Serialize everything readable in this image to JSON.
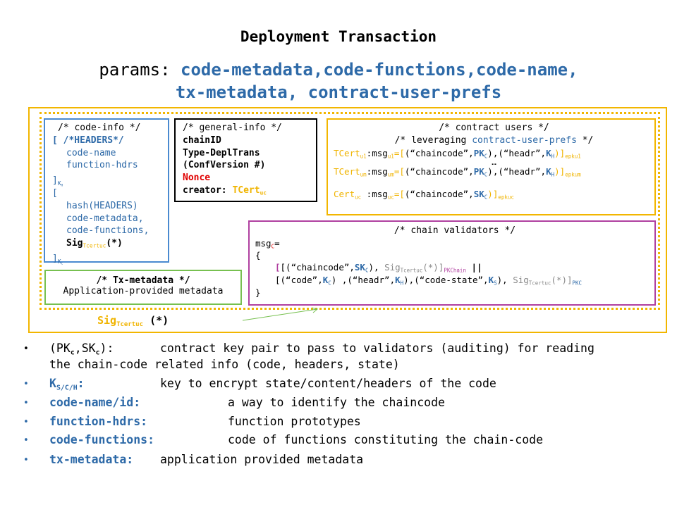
{
  "title": "Deployment Transaction",
  "params": {
    "label": "params:",
    "list": "code-metadata,code-functions,code-name,",
    "list2": "tx-metadata, contract-user-prefs"
  },
  "code_info": {
    "comment": "/* code-info */",
    "bracket_open": "[",
    "headers_comment": "/*HEADERS*/",
    "code_name": "code-name",
    "function_hdrs": "function-hdrs",
    "close": "]",
    "key_h": "KH",
    "bracket_open2": "[",
    "hash": "hash(HEADERS)",
    "code_metadata": "code-metadata,",
    "code_functions": "code-functions,",
    "sig": "Sig",
    "sig_sub": "Tcertuc",
    "sig_arg": "(*)",
    "close2": "]",
    "key_c": "KC"
  },
  "general_info": {
    "comment": "/* general-info */",
    "chain_id": "chainID",
    "type": "Type-DeplTrans",
    "conf_version": "(ConfVersion #)",
    "nonce": "Nonce",
    "creator_label": "creator:",
    "creator_value": "TCert",
    "creator_sub": "uc"
  },
  "contract_users": {
    "comment": "/* contract users */",
    "comment2_a": "/* leveraging",
    "comment2_b": "contract-user-prefs",
    "comment2_c": "*/",
    "row1": {
      "tcert": "TCert",
      "tcert_sub": "u1",
      "msg": ":msg",
      "msg_sub": "u1",
      "eq": "=[",
      "p1": "(“chaincode”,",
      "pk": "PK",
      "pk_sub": "C",
      "p2": "),(“headr”,",
      "k": "K",
      "k_sub": "H",
      "p3": ")]",
      "enc": "epku1"
    },
    "ellipsis": "…",
    "row2": {
      "tcert": "TCert",
      "tcert_sub": "um",
      "msg": ":msg",
      "msg_sub": "um",
      "eq": "=[",
      "p1": "(“chaincode”,",
      "pk": "PK",
      "pk_sub": "C",
      "p2": "),(“headr”,",
      "k": "K",
      "k_sub": "H",
      "p3": ")]",
      "enc": "epkum"
    },
    "row3": {
      "cert": "Cert",
      "cert_sub": "uc",
      "msg": ":msg",
      "msg_sub": "uc",
      "eq": "=[",
      "p1": "(“chaincode”,",
      "sk": "SK",
      "sk_sub": "C",
      "p2": ")]",
      "enc": "epkuc"
    }
  },
  "chain_validators": {
    "comment": "/* chain validators */",
    "msg": "msg",
    "msg_sub": "C",
    "msg_eq": "=",
    "brace_open": "{",
    "line1": {
      "a": "[(“chaincode”,",
      "sk": "SK",
      "sk_sub": "C",
      "b": "),",
      "sig": "Sig",
      "sig_sub": "Tcertuc",
      "sig_arg": "(*)]",
      "enc": "PKChain",
      "or": "||"
    },
    "line2": {
      "a": "[(“code”,",
      "kc": "K",
      "kc_sub": "C",
      "b": ") ,(“headr”,",
      "kh": "K",
      "kh_sub": "H",
      "c": "),(“code-state”,",
      "ks": "K",
      "ks_sub": "S",
      "d": "),",
      "sig": "Sig",
      "sig_sub": "Tcertuc",
      "sig_arg": "(*)]",
      "enc": "PKC"
    },
    "brace_close": "}"
  },
  "tx_metadata": {
    "comment": "/* Tx-metadata */",
    "desc": "Application-provided metadata"
  },
  "signature": {
    "sig": "Sig",
    "sub": "Tcertuc",
    "arg": "(*)"
  },
  "bullets": [
    {
      "term_a": "(PK",
      "term_a_sub": "c",
      "term_b": ",SK",
      "term_b_sub": "c",
      "term_c": "):",
      "desc": "contract key pair to pass to validators (auditing) for reading",
      "desc2": "the chain-code related info (code, headers, state)"
    },
    {
      "term": "K",
      "term_sub": "S/C/H",
      "term_end": ":",
      "desc": "key to encrypt state/content/headers of the code"
    },
    {
      "term": "code-name/id:",
      "desc": "a way to identify the chaincode"
    },
    {
      "term": "function-hdrs:",
      "desc": "function prototypes"
    },
    {
      "term": "code-functions:",
      "desc": "code of functions constituting the chain-code"
    },
    {
      "term": "tx-metadata:",
      "desc": "application provided metadata"
    }
  ],
  "bullet_symbol": "•",
  "colors": {
    "blue": "#2e6aa8",
    "orange": "#f2b600",
    "red": "#e00000",
    "purple": "#b040a0",
    "green": "#77c050",
    "gray": "#8a8a8a"
  }
}
